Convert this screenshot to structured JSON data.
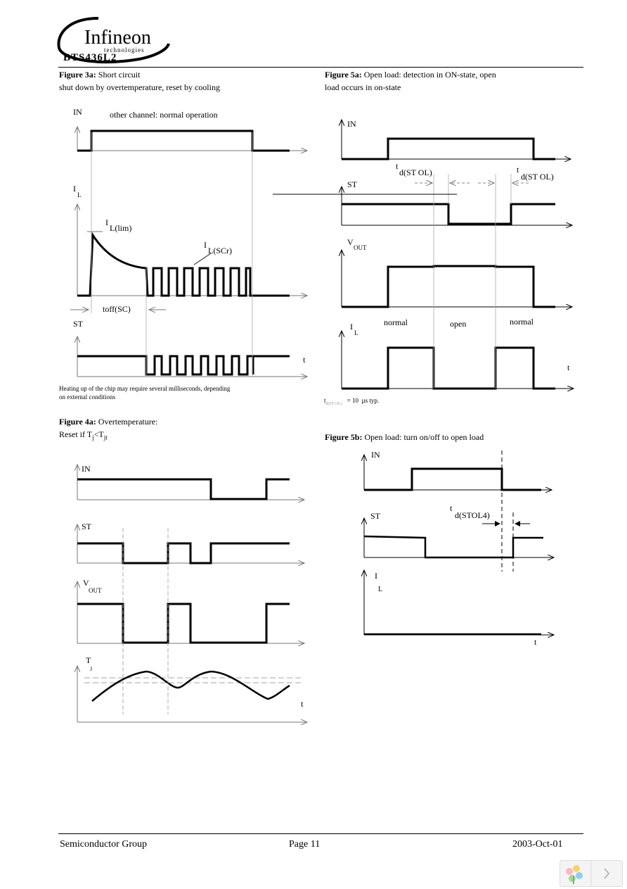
{
  "header": {
    "brand": "Infineon",
    "brand_sub": "technologies",
    "part_number": "BTS436L2"
  },
  "fig3a": {
    "title_bold": "Figure 3a:",
    "title_rest": "Short circuit",
    "title_line2": "shut down by overtemperature, reset by cooling",
    "label_in": "IN",
    "label_other": "other channel: normal operation",
    "label_il": "I",
    "label_il_sub": "L",
    "label_illim": "I",
    "label_illim_sub": "L(lim)",
    "label_ilscr": "I",
    "label_ilscr_sub": "L(SCr)",
    "label_toff": "toff(SC)",
    "label_st": "ST",
    "label_t": "t",
    "note_line1": "Heating up of the chip may require several milliseconds, depending",
    "note_line2": "on external conditions"
  },
  "fig4a": {
    "title_bold": "Figure 4a:",
    "title_rest": "Overtemperature:",
    "reset_prefix": "Reset if T",
    "reset_sub1": "j",
    "reset_mid": "<T",
    "reset_sub2": "jt",
    "label_in": "IN",
    "label_st": "ST",
    "label_vout": "V",
    "label_vout_sub": "OUT",
    "label_tj": "T",
    "label_tj_sub": "J",
    "label_t": "t"
  },
  "fig5a": {
    "title_bold": "Figure 5a:",
    "title_rest": "Open load:  detection in ON-state, open",
    "title_line2": "load occurs in on-state",
    "label_in": "IN",
    "label_td1": "t",
    "label_td1_sub": "d(ST OL)",
    "label_td2": "t",
    "label_td2_sub": "d(ST OL)",
    "label_st": "ST",
    "label_vout": "V",
    "label_vout_sub": "OUT",
    "label_normal1": "normal",
    "label_open": "open",
    "label_normal2": "normal",
    "label_il": "I",
    "label_il_sub": "L",
    "label_t": "t",
    "note_t": "t",
    "note_t_sub": "d(ST OL)",
    "note_eq": "= 10",
    "note_unit": "µs typ."
  },
  "fig5b": {
    "title_bold": "Figure 5b:",
    "title_rest": "Open load: turn on/off to open load",
    "label_in": "IN",
    "label_td": "t",
    "label_td_sub": "d(STOL4)",
    "label_st": "ST",
    "label_il": "I",
    "label_il_sub": "L",
    "label_t": "t"
  },
  "footer": {
    "company": "Semiconductor Group",
    "page": "Page  11",
    "date": "2003-Oct-01"
  }
}
